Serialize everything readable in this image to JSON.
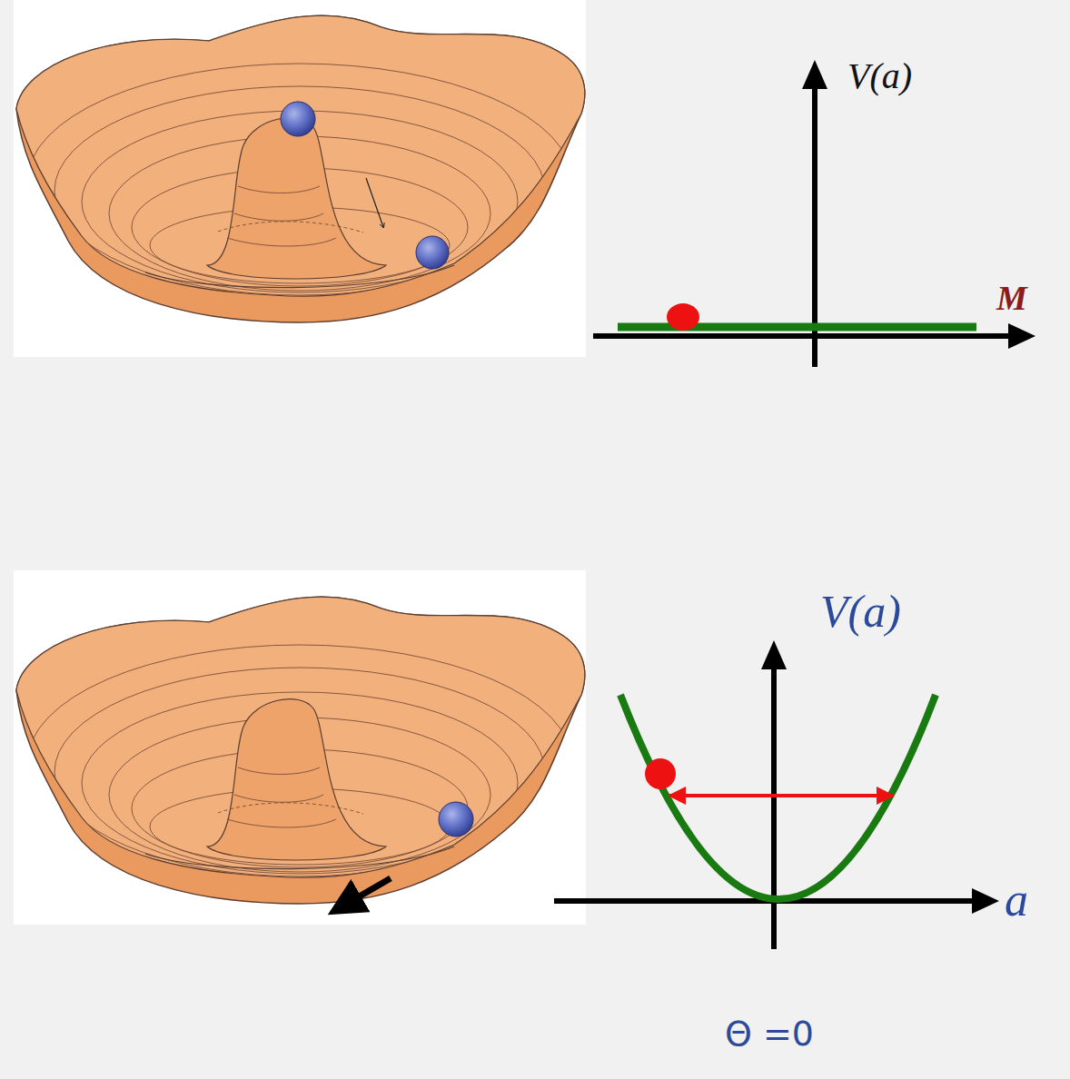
{
  "diagram": {
    "labels": [
      "V(a)",
      "M",
      "V(a)",
      "a",
      "Θ =0"
    ]
  }
}
